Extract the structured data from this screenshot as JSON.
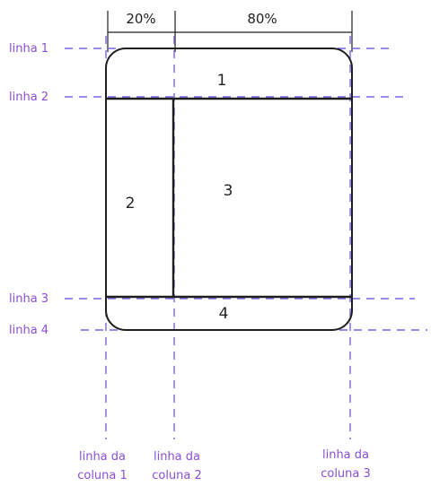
{
  "colors": {
    "guide": "#7b62e6",
    "guide_label": "#8a4fd8",
    "ink": "#1f1f1f"
  },
  "dimensions": {
    "col1_width": "20%",
    "col2_width": "80%"
  },
  "row_lines": [
    "linha 1",
    "linha 2",
    "linha 3",
    "linha 4"
  ],
  "column_lines": [
    {
      "line1": "linha da",
      "line2": "coluna 1"
    },
    {
      "line1": "linha da",
      "line2": "coluna 2"
    },
    {
      "line1": "linha da",
      "line2": "coluna 3"
    }
  ],
  "areas": [
    "1",
    "2",
    "3",
    "4"
  ]
}
